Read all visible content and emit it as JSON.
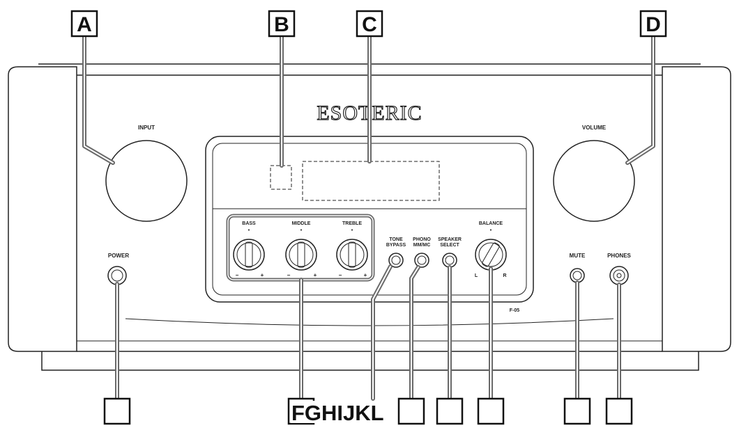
{
  "callouts_top": [
    {
      "id": "A",
      "label": "A"
    },
    {
      "id": "B",
      "label": "B"
    },
    {
      "id": "C",
      "label": "C"
    },
    {
      "id": "D",
      "label": "D"
    }
  ],
  "bottom_group_label": "FGHIJKL",
  "brand": "ESOTERIC",
  "model": "F-05",
  "controls": {
    "input": "INPUT",
    "volume": "VOLUME",
    "power": "POWER",
    "bass": "BASS",
    "middle": "MIDDLE",
    "treble": "TREBLE",
    "tone_bypass_1": "TONE",
    "tone_bypass_2": "BYPASS",
    "phono_1": "PHONO",
    "phono_2": "MM/MC",
    "speaker_1": "SPEAKER",
    "speaker_2": "SELECT",
    "balance": "BALANCE",
    "mute": "MUTE",
    "phones": "PHONES",
    "minus": "−",
    "plus": "+",
    "dot": "•",
    "left": "L",
    "right": "R"
  }
}
